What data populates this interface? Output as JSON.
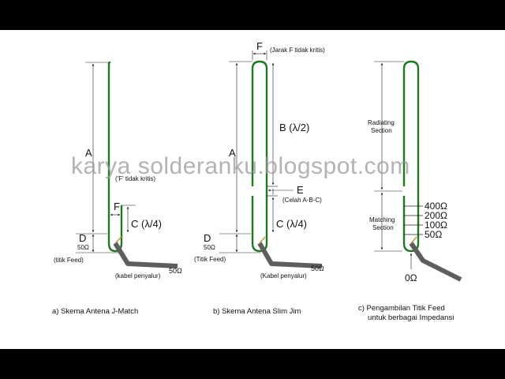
{
  "watermark": "karya solderanku.blogspot.com",
  "panel_a": {
    "label_A": "A",
    "label_F": "F",
    "label_C": "C (λ/4)",
    "label_D": "D",
    "d_ohm": "50Ω",
    "note_f": "('F' tidak kritis)",
    "titik_feed": "(titik Feed)",
    "cable_ohm": "50Ω",
    "cable_label": "(kabel penyalur)",
    "caption": "a) Skema  Antena  J-Match"
  },
  "panel_b": {
    "label_F": "F",
    "note_f": "(Jarak F tidak kritis)",
    "label_B": "B (λ/2)",
    "label_A": "A",
    "label_E": "E",
    "note_e": "(Celah A-B-C)",
    "label_C": "C (λ/4)",
    "label_D": "D",
    "d_ohm": "50Ω",
    "titik_feed": "(Titik Feed)",
    "cable_ohm": "50Ω",
    "cable_label": "(Kabel penyalur)",
    "caption": "b) Skema Antena Slim Jim"
  },
  "panel_c": {
    "radiating_1": "Radiating",
    "radiating_2": "Section",
    "matching_1": "Matching",
    "matching_2": "Section",
    "imp_400": "400Ω",
    "imp_200": "200Ω",
    "imp_100": "100Ω",
    "imp_50": "50Ω",
    "imp_0": "0Ω",
    "caption_1": "c) Pengambilan Titik Feed",
    "caption_2": "untuk berbagai Impedansi"
  },
  "colors": {
    "antenna": "#1e7a1e",
    "cable": "#6a6a6a",
    "dimension": "#222222",
    "frame": "#000000"
  }
}
